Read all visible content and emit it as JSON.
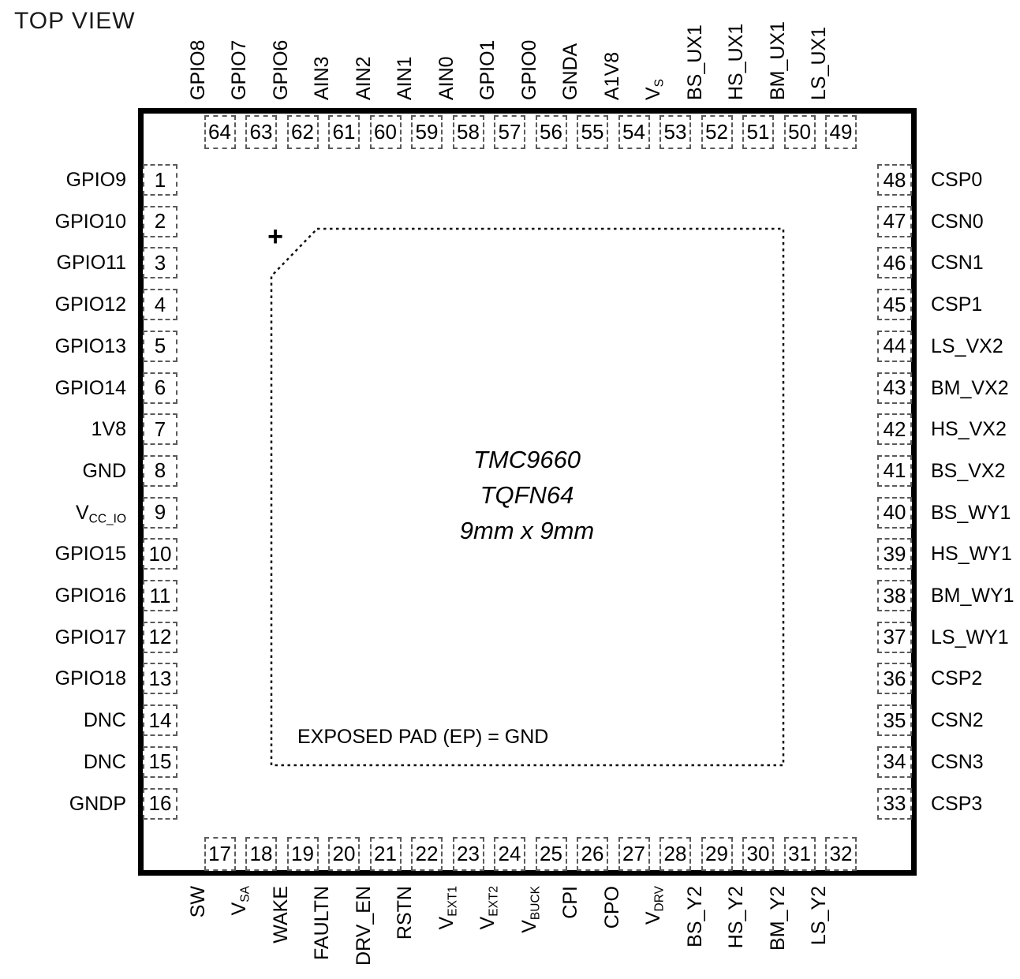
{
  "title": "TOP VIEW",
  "chip": {
    "name_lines": [
      "TMC9660",
      "TQFN64",
      "9mm x 9mm"
    ],
    "exposed_pad_note": "EXPOSED PAD (EP) = GND",
    "pin1_marker": "+"
  },
  "pins": {
    "top": [
      {
        "num": "64",
        "text": "GPIO8",
        "sub": ""
      },
      {
        "num": "63",
        "text": "GPIO7",
        "sub": ""
      },
      {
        "num": "62",
        "text": "GPIO6",
        "sub": ""
      },
      {
        "num": "61",
        "text": "AIN3",
        "sub": ""
      },
      {
        "num": "60",
        "text": "AIN2",
        "sub": ""
      },
      {
        "num": "59",
        "text": "AIN1",
        "sub": ""
      },
      {
        "num": "58",
        "text": "AIN0",
        "sub": ""
      },
      {
        "num": "57",
        "text": "GPIO1",
        "sub": ""
      },
      {
        "num": "56",
        "text": "GPIO0",
        "sub": ""
      },
      {
        "num": "55",
        "text": "GNDA",
        "sub": ""
      },
      {
        "num": "54",
        "text": "A1V8",
        "sub": ""
      },
      {
        "num": "53",
        "text": "V",
        "sub": "S"
      },
      {
        "num": "52",
        "text": "BS_UX1",
        "sub": ""
      },
      {
        "num": "51",
        "text": "HS_UX1",
        "sub": ""
      },
      {
        "num": "50",
        "text": "BM_UX1",
        "sub": ""
      },
      {
        "num": "49",
        "text": "LS_UX1",
        "sub": ""
      }
    ],
    "left": [
      {
        "num": "1",
        "text": "GPIO9",
        "sub": ""
      },
      {
        "num": "2",
        "text": "GPIO10",
        "sub": ""
      },
      {
        "num": "3",
        "text": "GPIO11",
        "sub": ""
      },
      {
        "num": "4",
        "text": "GPIO12",
        "sub": ""
      },
      {
        "num": "5",
        "text": "GPIO13",
        "sub": ""
      },
      {
        "num": "6",
        "text": "GPIO14",
        "sub": ""
      },
      {
        "num": "7",
        "text": "1V8",
        "sub": ""
      },
      {
        "num": "8",
        "text": "GND",
        "sub": ""
      },
      {
        "num": "9",
        "text": "V",
        "sub": "CC_IO"
      },
      {
        "num": "10",
        "text": "GPIO15",
        "sub": ""
      },
      {
        "num": "11",
        "text": "GPIO16",
        "sub": ""
      },
      {
        "num": "12",
        "text": "GPIO17",
        "sub": ""
      },
      {
        "num": "13",
        "text": "GPIO18",
        "sub": ""
      },
      {
        "num": "14",
        "text": "DNC",
        "sub": ""
      },
      {
        "num": "15",
        "text": "DNC",
        "sub": ""
      },
      {
        "num": "16",
        "text": "GNDP",
        "sub": ""
      }
    ],
    "right": [
      {
        "num": "48",
        "text": "CSP0",
        "sub": ""
      },
      {
        "num": "47",
        "text": "CSN0",
        "sub": ""
      },
      {
        "num": "46",
        "text": "CSN1",
        "sub": ""
      },
      {
        "num": "45",
        "text": "CSP1",
        "sub": ""
      },
      {
        "num": "44",
        "text": "LS_VX2",
        "sub": ""
      },
      {
        "num": "43",
        "text": "BM_VX2",
        "sub": ""
      },
      {
        "num": "42",
        "text": "HS_VX2",
        "sub": ""
      },
      {
        "num": "41",
        "text": "BS_VX2",
        "sub": ""
      },
      {
        "num": "40",
        "text": "BS_WY1",
        "sub": ""
      },
      {
        "num": "39",
        "text": "HS_WY1",
        "sub": ""
      },
      {
        "num": "38",
        "text": "BM_WY1",
        "sub": ""
      },
      {
        "num": "37",
        "text": "LS_WY1",
        "sub": ""
      },
      {
        "num": "36",
        "text": "CSP2",
        "sub": ""
      },
      {
        "num": "35",
        "text": "CSN2",
        "sub": ""
      },
      {
        "num": "34",
        "text": "CSN3",
        "sub": ""
      },
      {
        "num": "33",
        "text": "CSP3",
        "sub": ""
      }
    ],
    "bottom": [
      {
        "num": "17",
        "text": "SW",
        "sub": ""
      },
      {
        "num": "18",
        "text": "V",
        "sub": "SA"
      },
      {
        "num": "19",
        "text": "WAKE",
        "sub": ""
      },
      {
        "num": "20",
        "text": "FAULTN",
        "sub": ""
      },
      {
        "num": "21",
        "text": "DRV_EN",
        "sub": ""
      },
      {
        "num": "22",
        "text": "RSTN",
        "sub": ""
      },
      {
        "num": "23",
        "text": "V",
        "sub": "EXT1"
      },
      {
        "num": "24",
        "text": "V",
        "sub": "EXT2"
      },
      {
        "num": "25",
        "text": "V",
        "sub": "BUCK"
      },
      {
        "num": "26",
        "text": "CPI",
        "sub": ""
      },
      {
        "num": "27",
        "text": "CPO",
        "sub": ""
      },
      {
        "num": "28",
        "text": "V",
        "sub": "DRV"
      },
      {
        "num": "29",
        "text": "BS_Y2",
        "sub": ""
      },
      {
        "num": "30",
        "text": "HS_Y2",
        "sub": ""
      },
      {
        "num": "31",
        "text": "BM_Y2",
        "sub": ""
      },
      {
        "num": "32",
        "text": "LS_Y2",
        "sub": ""
      }
    ]
  },
  "colors": {
    "outline": "#000000",
    "pin_dash": "#5a5a5a",
    "text": "#000000",
    "background": "#ffffff"
  }
}
